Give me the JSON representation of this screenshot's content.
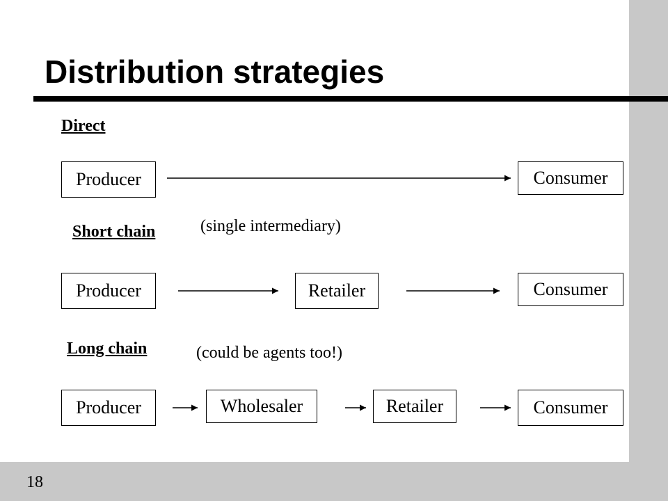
{
  "slide": {
    "title": "Distribution strategies",
    "page_number": "18"
  },
  "sections": {
    "direct": {
      "label": "Direct",
      "nodes": [
        "Producer",
        "Consumer"
      ]
    },
    "short_chain": {
      "label": "Short chain",
      "note": "(single intermediary)",
      "nodes": [
        "Producer",
        "Retailer",
        "Consumer"
      ]
    },
    "long_chain": {
      "label": "Long chain",
      "note": "(could be agents too!)",
      "nodes": [
        "Producer",
        "Wholesaler",
        "Retailer",
        "Consumer"
      ]
    }
  }
}
